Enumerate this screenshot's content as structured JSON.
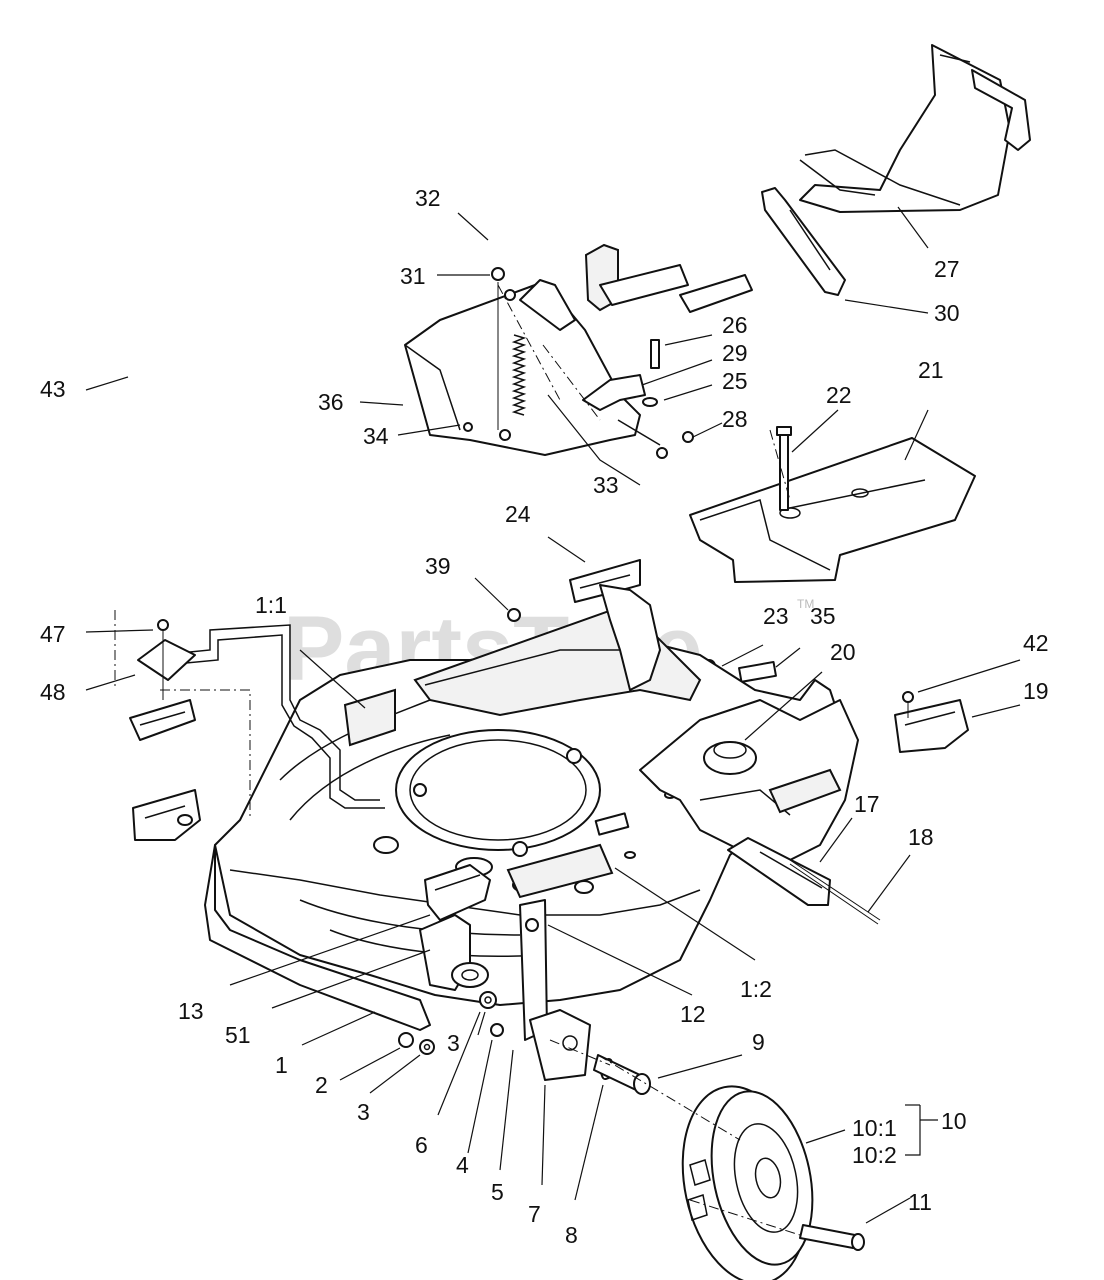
{
  "watermark": {
    "brand": "PartsTree",
    "trademark": "TM"
  },
  "callouts": {
    "c1": "1",
    "c1_1": "1:1",
    "c1_2": "1:2",
    "c2": "2",
    "c3a": "3",
    "c3b": "3",
    "c4": "4",
    "c5": "5",
    "c6": "6",
    "c7": "7",
    "c8": "8",
    "c9": "9",
    "c10": "10",
    "c10_1": "10:1",
    "c10_2": "10:2",
    "c11": "11",
    "c12": "12",
    "c13": "13",
    "c17": "17",
    "c18": "18",
    "c19": "19",
    "c20": "20",
    "c21": "21",
    "c22": "22",
    "c23": "23",
    "c24": "24",
    "c25": "25",
    "c26": "26",
    "c27": "27",
    "c28": "28",
    "c29": "29",
    "c30": "30",
    "c31": "31",
    "c32": "32",
    "c33": "33",
    "c34": "34",
    "c35": "35",
    "c36": "36",
    "c39": "39",
    "c42": "42",
    "c43": "43",
    "c47": "47",
    "c48": "48",
    "c51": "51"
  }
}
